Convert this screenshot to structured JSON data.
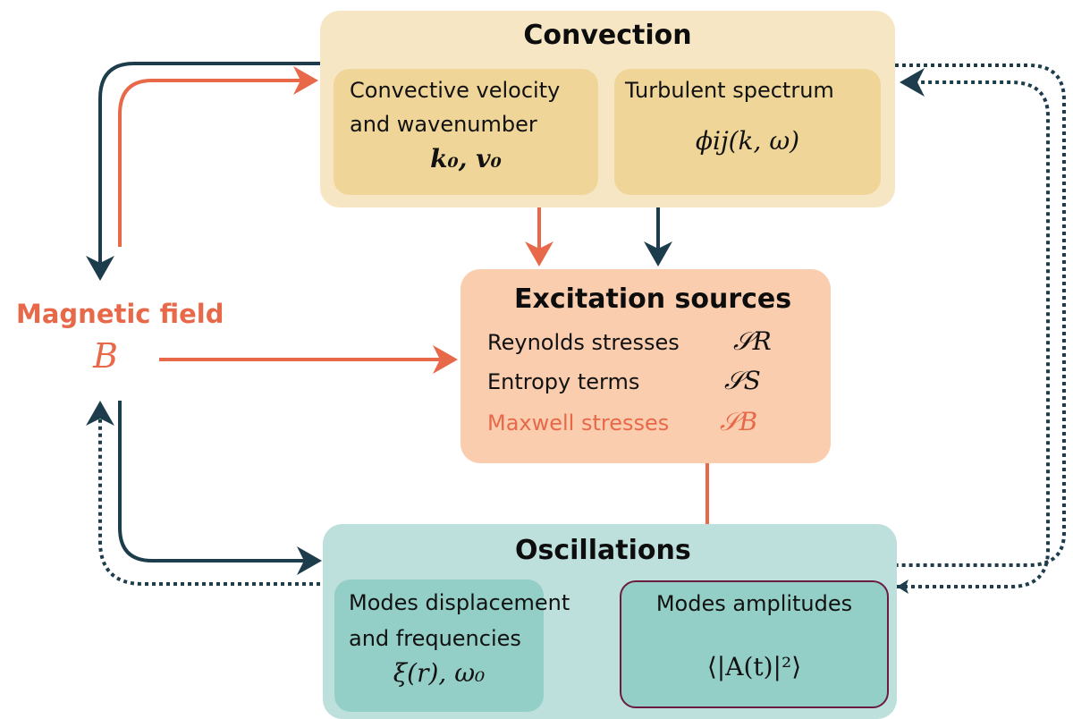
{
  "colors": {
    "orange": "#e8694a",
    "navy": "#1d3d4c",
    "convection_bg": "#f6e6c3",
    "convection_inner": "#efd698",
    "excitation_bg": "#f9cdae",
    "oscillations_bg": "#bde0dd",
    "oscillations_inner": "#93cfc7",
    "amplitude_border": "#6b1b40"
  },
  "convection": {
    "title": "Convection",
    "velocity": {
      "line1": "Convective velocity",
      "line2": "and wavenumber",
      "math": "k₀, v₀"
    },
    "spectrum": {
      "label": "Turbulent spectrum",
      "math": "ϕij(k, ω)"
    }
  },
  "excitation": {
    "title": "Excitation sources",
    "rows": [
      {
        "label": "Reynolds stresses",
        "symbol": "𝒮R"
      },
      {
        "label": "Entropy terms",
        "symbol": "𝒮S"
      },
      {
        "label": "Maxwell stresses",
        "symbol": "𝒮B"
      }
    ]
  },
  "magnetic": {
    "label": "Magnetic field",
    "symbol": "B"
  },
  "oscillations": {
    "title": "Oscillations",
    "modes": {
      "line1": "Modes displacement",
      "line2": "and frequencies",
      "math": "ξ(r), ω₀"
    },
    "amplitudes": {
      "label": "Modes amplitudes",
      "math": "⟨|A(t)|²⟩"
    }
  }
}
